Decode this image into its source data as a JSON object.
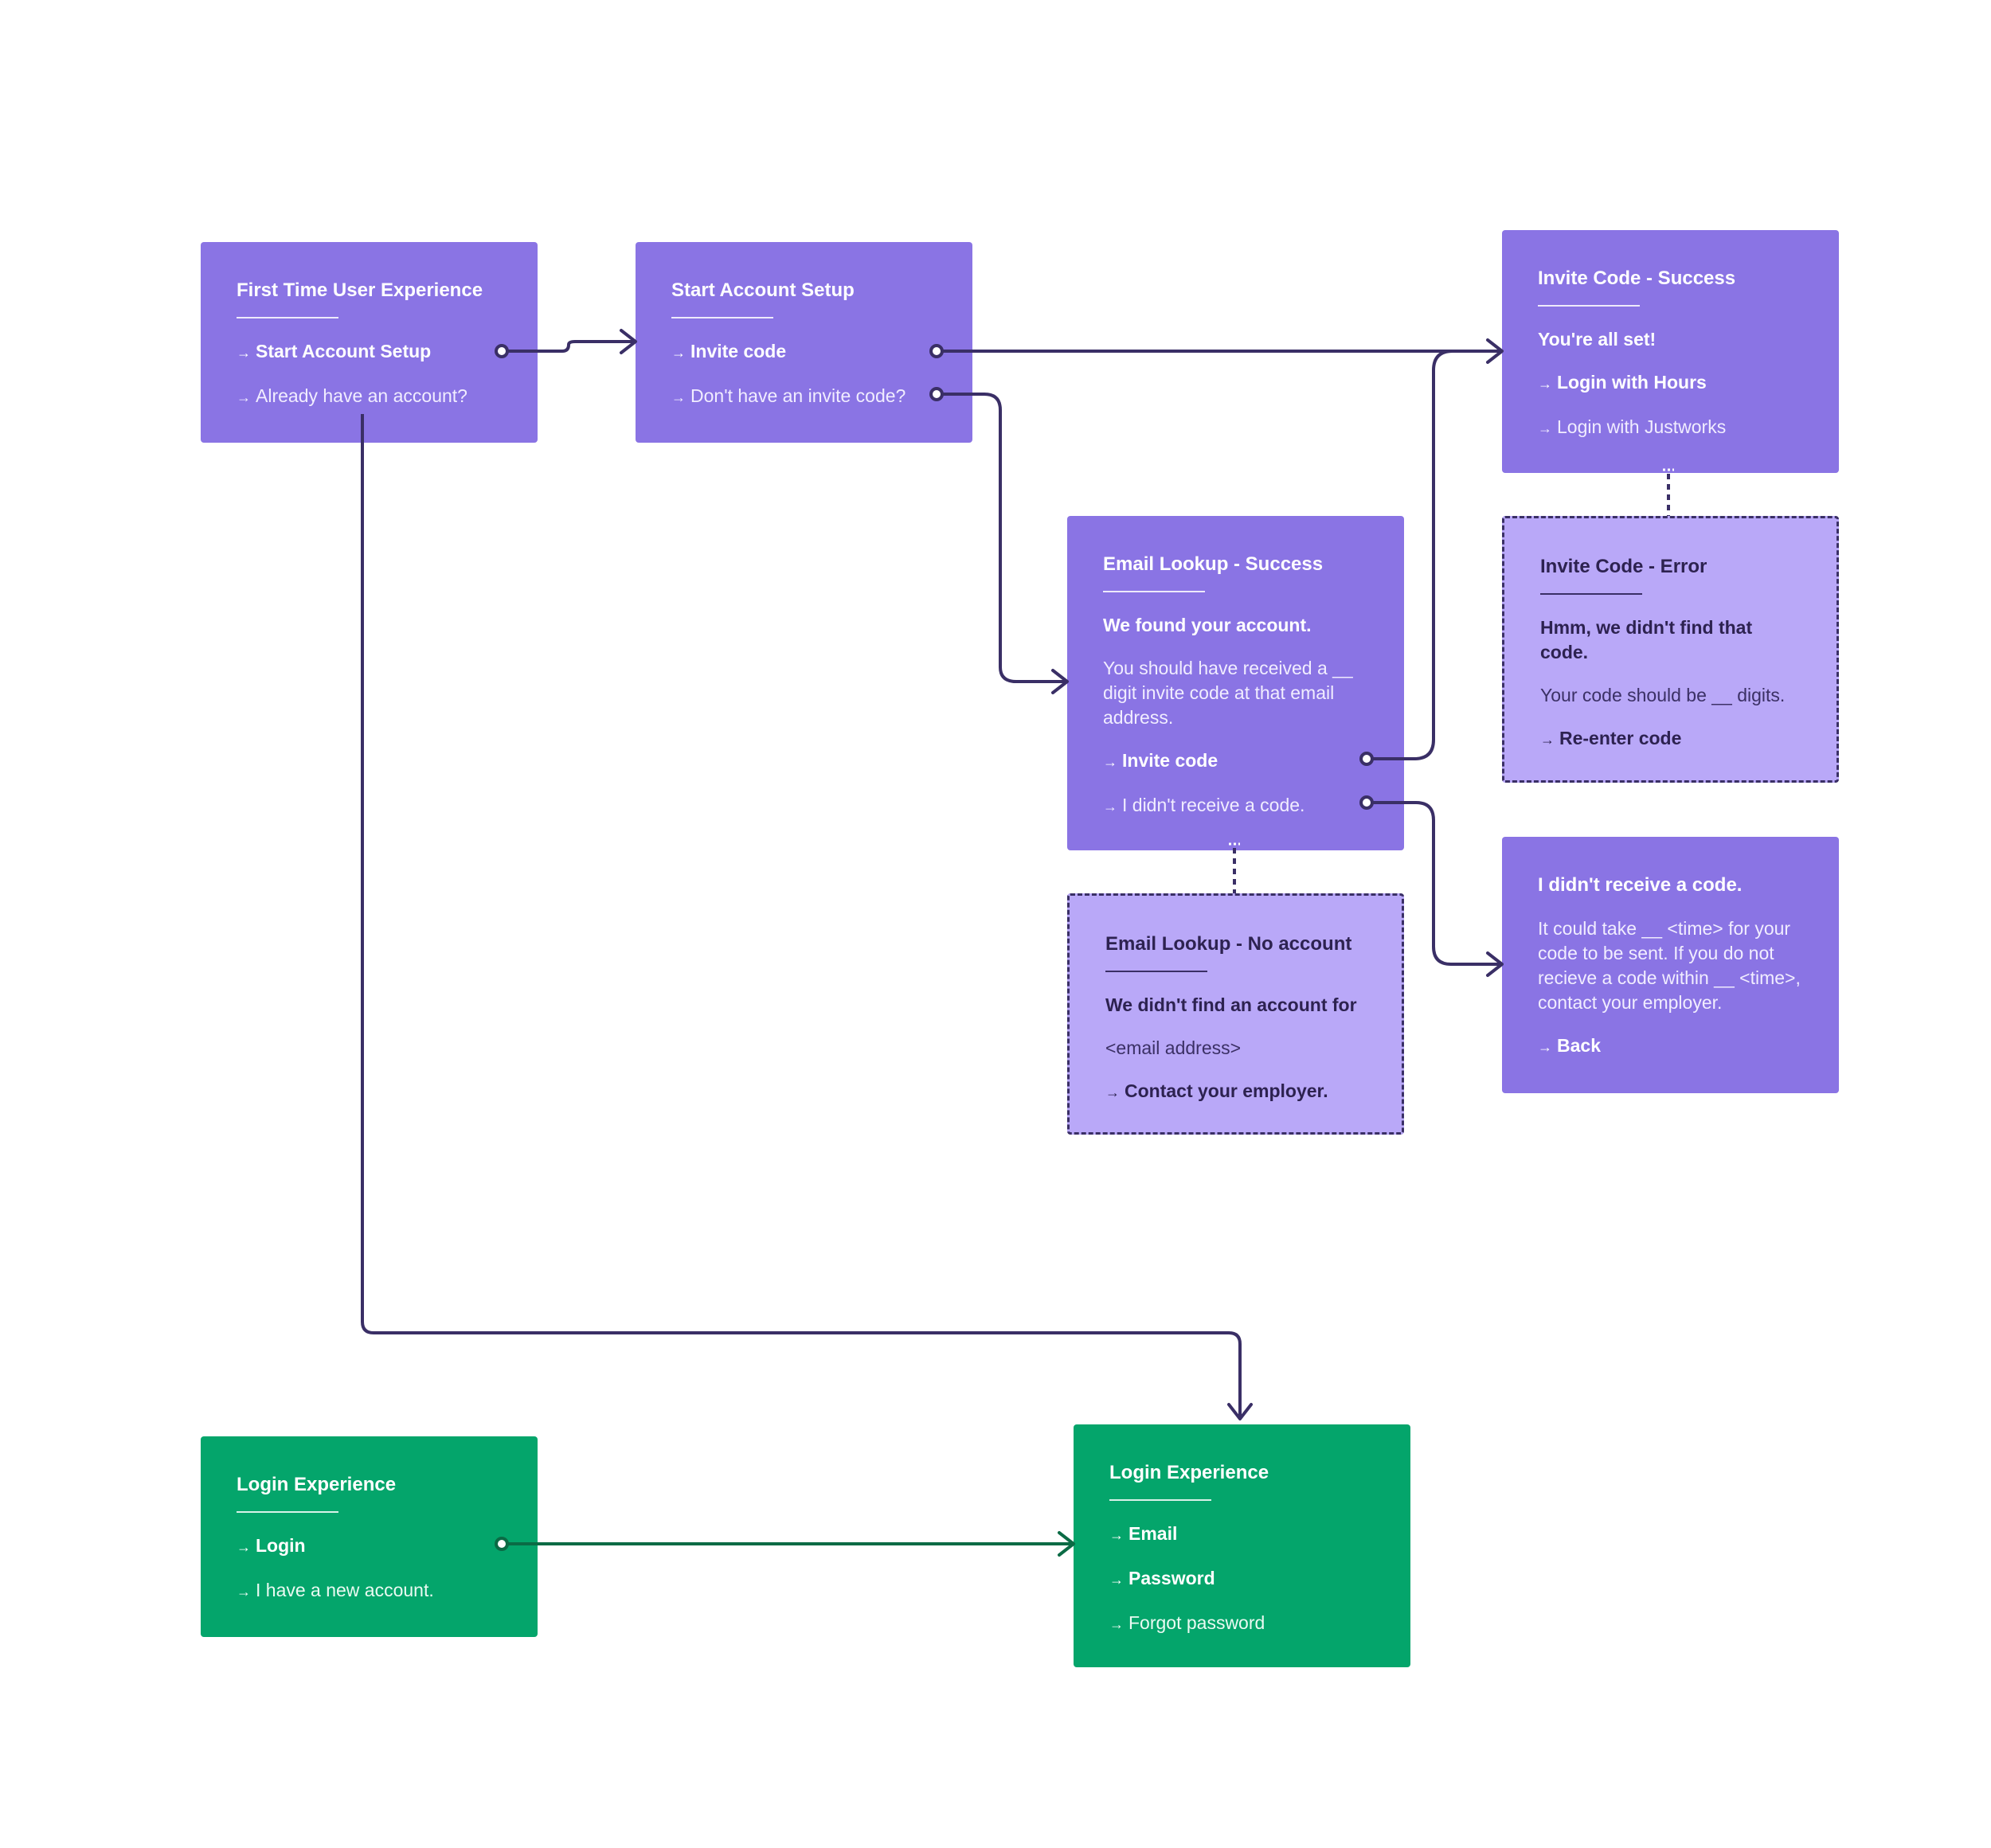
{
  "colors": {
    "purple": "#8a74e4",
    "purple_light": "#b9a8f8",
    "green": "#04a56b",
    "connector_dark": "#3a2f66",
    "connector_green": "#0b6b45"
  },
  "arrow_glyph": "→",
  "cards": {
    "ftue": {
      "title": "First Time User Experience",
      "options": [
        "Start Account Setup",
        "Already have an account?"
      ]
    },
    "start_setup": {
      "title": "Start Account Setup",
      "options": [
        "Invite code",
        "Don't have an invite code?"
      ]
    },
    "invite_success": {
      "title": "Invite Code - Success",
      "headline": "You're all set!",
      "options": [
        "Login with Hours",
        "Login with Justworks"
      ]
    },
    "invite_error": {
      "title": "Invite Code - Error",
      "headline": "Hmm, we didn't find that code.",
      "body": "Your code should be __ digits.",
      "options": [
        "Re-enter code"
      ]
    },
    "email_success": {
      "title": "Email Lookup - Success",
      "headline": "We found your account.",
      "body": "You should have received a __ digit invite code at that email address.",
      "options": [
        "Invite code",
        "I didn't receive a code."
      ]
    },
    "email_noaccount": {
      "title": "Email Lookup - No account",
      "headline": "We didn't find an account for",
      "body": "<email address>",
      "options": [
        "Contact your employer."
      ]
    },
    "no_code": {
      "title": "I didn't receive a code.",
      "body": "It could take __ <time> for your code to be sent. If you do not recieve a code within __ <time>, contact your employer.",
      "options": [
        "Back"
      ]
    },
    "login_left": {
      "title": "Login Experience",
      "options": [
        "Login",
        "I have a new account."
      ]
    },
    "login_right": {
      "title": "Login Experience",
      "options": [
        "Email",
        "Password",
        "Forgot password"
      ]
    }
  }
}
